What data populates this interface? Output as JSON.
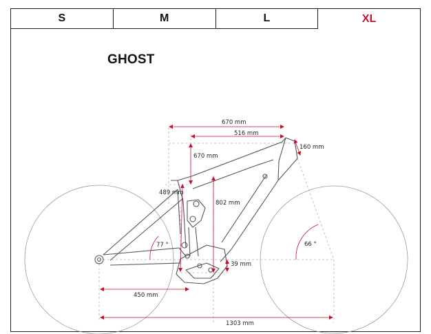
{
  "size_tabs": [
    {
      "label": "S"
    },
    {
      "label": "M"
    },
    {
      "label": "L"
    },
    {
      "label": "XL"
    }
  ],
  "selected_size": "XL",
  "brand": "GHOST",
  "measurements": {
    "reach_total": "670 mm",
    "top_tube": "516 mm",
    "head_tube": "160 mm",
    "stack": "670 mm",
    "seat_tube": "489 mm",
    "frame_height": "802 mm",
    "seat_angle": "77 °",
    "head_angle": "66 °",
    "bb_drop": "39 mm",
    "chainstay": "450 mm",
    "wheelbase": "1303 mm"
  },
  "colors": {
    "accent": "#c8102e",
    "dimension": "#c8102e",
    "frame": "#555555",
    "wheel": "#9a9a9a"
  }
}
